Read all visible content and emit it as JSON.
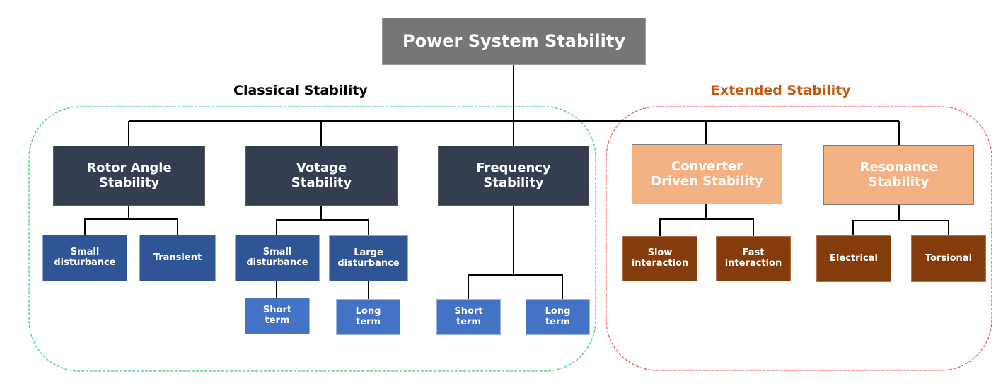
{
  "title": "Power System Stability",
  "colors": {
    "root": "#767676",
    "classical_main": "#333f50",
    "classical_sub": "#2f5597",
    "classical_leaf": "#4472c4",
    "extended_main": "#f4b183",
    "extended_sub": "#843c0c",
    "classical_border": "#3ecf7a",
    "extended_border": "#f0505a",
    "classical_label": "#000000",
    "extended_label": "#c55a11"
  },
  "groups": {
    "classical": {
      "label": "Classical Stability"
    },
    "extended": {
      "label": "Extended Stability"
    }
  },
  "nodes": {
    "rotor": {
      "label": "Rotor Angle\nStability"
    },
    "rotor_small": {
      "label": "Small\ndisturbance"
    },
    "rotor_transient": {
      "label": "Transient"
    },
    "voltage": {
      "label": "Votage\nStability"
    },
    "voltage_small": {
      "label": "Small\ndisturbance"
    },
    "voltage_large": {
      "label": "Large\ndisturbance"
    },
    "voltage_short": {
      "label": "Short\nterm"
    },
    "voltage_long": {
      "label": "Long\nterm"
    },
    "frequency": {
      "label": "Frequency\nStability"
    },
    "freq_short": {
      "label": "Short\nterm"
    },
    "freq_long": {
      "label": "Long\nterm"
    },
    "converter": {
      "label": "Converter\nDriven Stability"
    },
    "conv_slow": {
      "label": "Slow\ninteraction"
    },
    "conv_fast": {
      "label": "Fast\ninteraction"
    },
    "resonance": {
      "label": "Resonance\nStability"
    },
    "res_electrical": {
      "label": "Electrical"
    },
    "res_torsional": {
      "label": "Torsional"
    }
  }
}
